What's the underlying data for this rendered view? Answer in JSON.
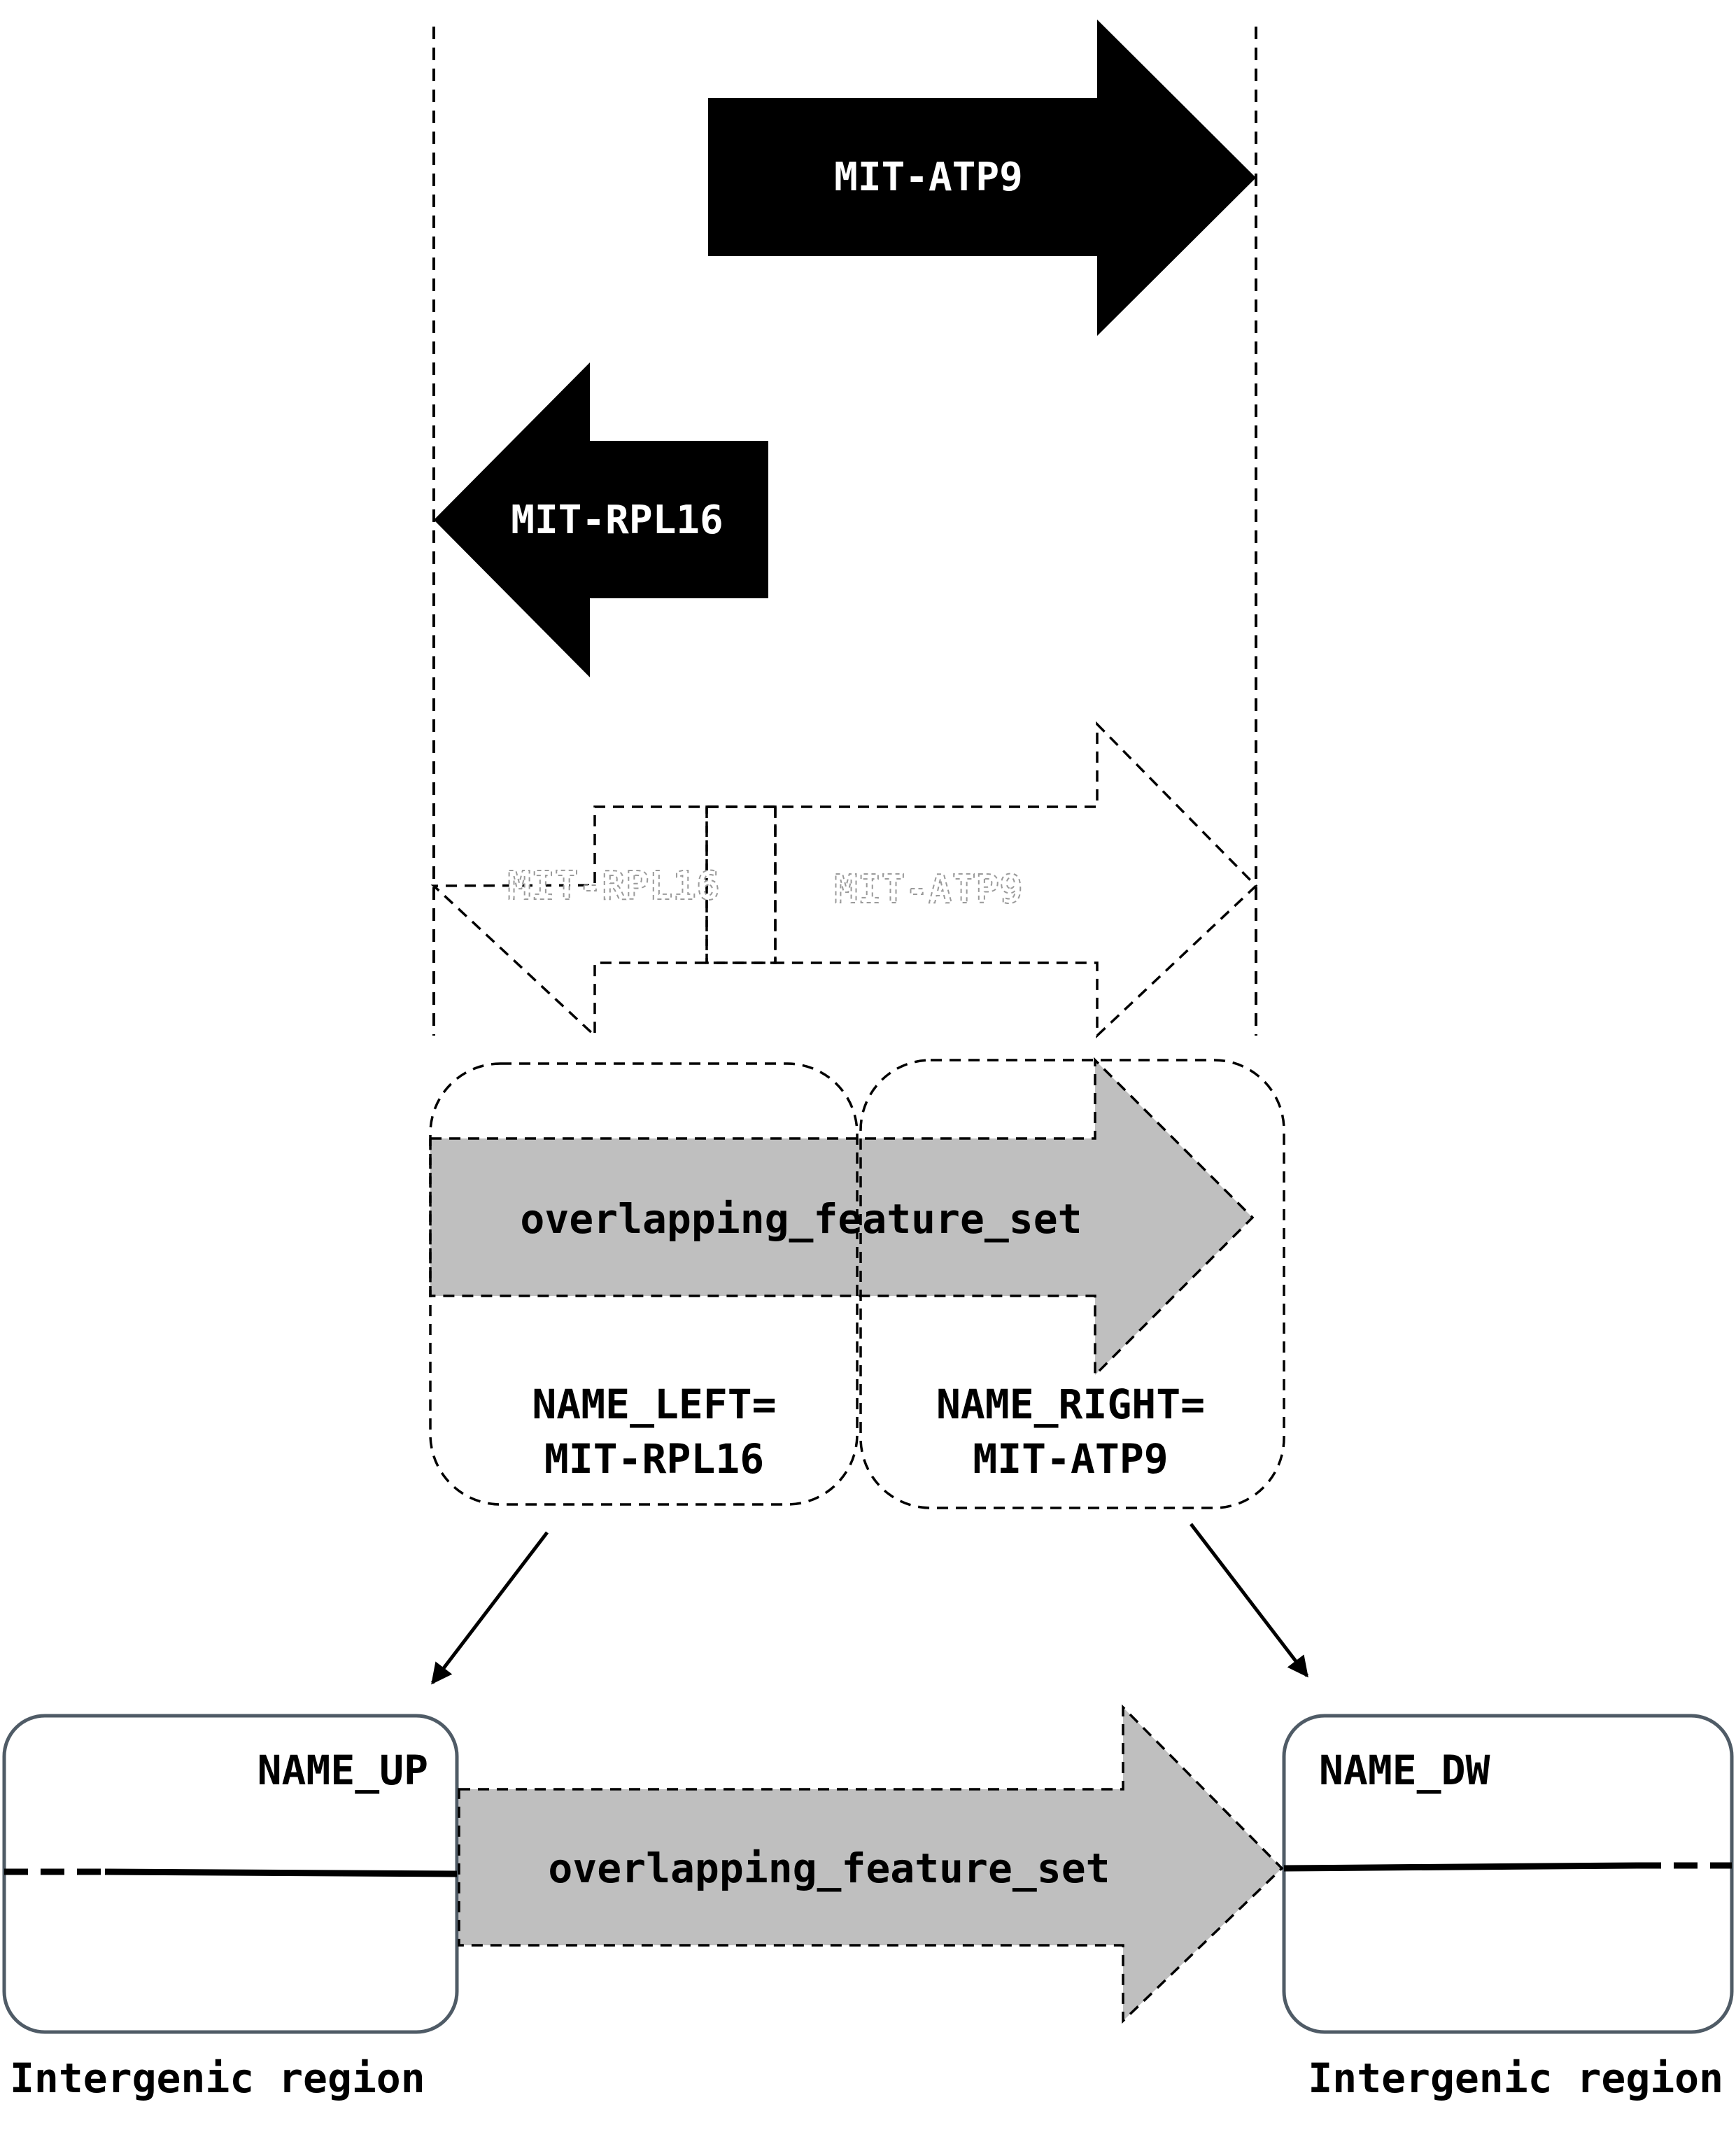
{
  "arrows": {
    "atp9_label": "MIT-ATP9",
    "rpl16_label": "MIT-RPL16",
    "ghost_rpl16_label": "MIT-RPL16",
    "ghost_atp9_label": "MIT-ATP9"
  },
  "feature": {
    "label": "overlapping_feature_set",
    "left_name_line1": "NAME_LEFT=",
    "left_name_line2": "MIT-RPL16",
    "right_name_line1": "NAME_RIGHT=",
    "right_name_line2": "MIT-ATP9"
  },
  "bottom": {
    "feature_label": "overlapping_feature_set",
    "up_name": "NAME_UP",
    "dw_name": "NAME_DW",
    "left_caption": "Intergenic region",
    "right_caption": "Intergenic region"
  },
  "colors": {
    "gene_fill": "#000000",
    "feature_fill": "#bfbfbf",
    "box_stroke": "#4f5b66"
  }
}
